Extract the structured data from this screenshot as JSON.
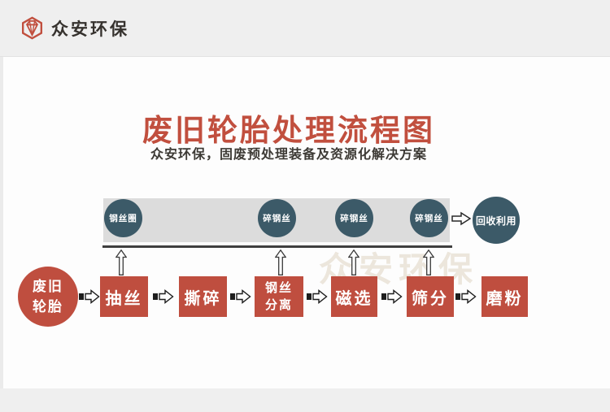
{
  "header": {
    "logo_text": "众安环保"
  },
  "hero": {
    "title": "废旧轮胎处理流程图",
    "subtitle": "众安环保，固废预处理装备及资源化解决方案"
  },
  "watermark": {
    "text": "众安环保"
  },
  "colors": {
    "brand_red": "#c14f3e",
    "box_red": "#bf4e3f",
    "teal": "#3c5a68",
    "band_gray": "#dcdcdc",
    "line_dark": "#3f3f3f",
    "header_gray": "#efefef",
    "page_gray": "#ebebeb",
    "panel_white": "#fdfdfd"
  },
  "diagram": {
    "outputs": [
      {
        "label": "钢丝圈"
      },
      {
        "label": "碎钢丝"
      },
      {
        "label": "碎钢丝"
      },
      {
        "label": "碎钢丝"
      }
    ],
    "recycle": {
      "label": "回收利用"
    },
    "source": {
      "label": "废旧轮胎"
    },
    "steps": [
      {
        "label": "抽丝"
      },
      {
        "label": "撕碎"
      },
      {
        "label": "钢丝分离"
      },
      {
        "label": "磁选"
      },
      {
        "label": "筛分"
      },
      {
        "label": "磨粉"
      }
    ]
  }
}
